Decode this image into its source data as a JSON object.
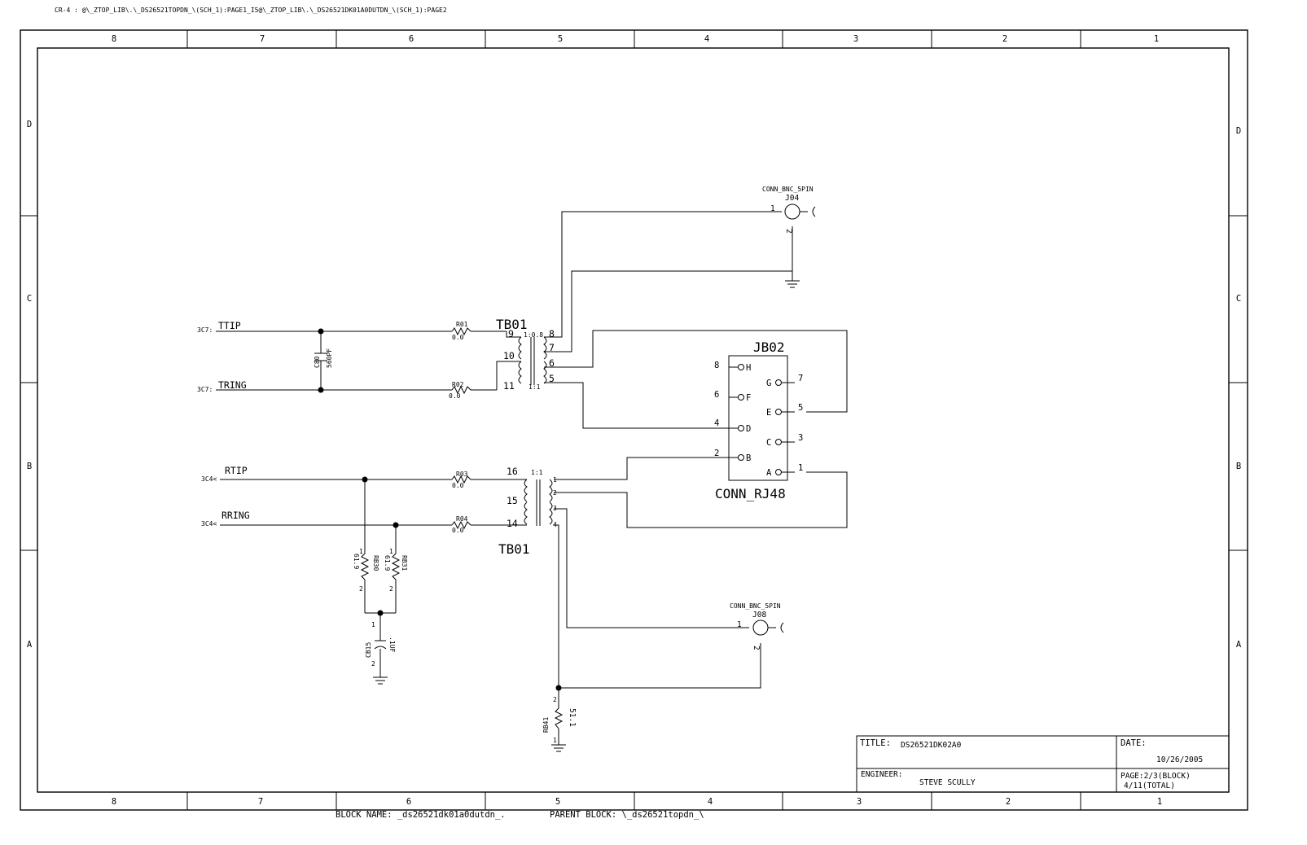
{
  "header_path": "CR-4 : @\\_ZTOP_LIB\\.\\_DS26521TOPDN_\\(SCH_1):PAGE1_I5@\\_ZTOP_LIB\\.\\_DS26521DK01A0DUTDN_\\(SCH_1):PAGE2",
  "columns": [
    "8",
    "7",
    "6",
    "5",
    "4",
    "3",
    "2",
    "1"
  ],
  "rows": [
    "D",
    "C",
    "B",
    "A"
  ],
  "offpage": {
    "ttip_ref": "3C7:",
    "ttip": "TTIP",
    "tring_ref": "3C7:",
    "tring": "TRING",
    "rtip_ref": "3C4<",
    "rtip": "RTIP",
    "rring_ref": "3C4<",
    "rring": "RRING"
  },
  "components": {
    "c80": {
      "ref": "C80",
      "value": "560PF"
    },
    "r01": {
      "ref": "R01",
      "value": "0.0"
    },
    "r02": {
      "ref": "R02",
      "value": "0.0"
    },
    "r03": {
      "ref": "R03",
      "value": "0.0"
    },
    "r04": {
      "ref": "R04",
      "value": "0.0"
    },
    "rb30": {
      "ref": "RB30",
      "value": "61.9",
      "p1": "1",
      "p2": "2"
    },
    "rb31": {
      "ref": "RB31",
      "value": "61.9",
      "p1": "1",
      "p2": "2"
    },
    "cb15": {
      "ref": "CB15",
      "value": ".1UF",
      "p1": "1",
      "p2": "2"
    },
    "rb41": {
      "ref": "RB41",
      "value": "51.1",
      "p1": "1",
      "p2": "2"
    },
    "tb01_top": {
      "ref": "TB01",
      "ratio": "1:0.8",
      "ratio2": "1:1",
      "pins": [
        "9",
        "10",
        "11",
        "8",
        "7",
        "6",
        "5"
      ]
    },
    "tb01_bot": {
      "ref": "TB01",
      "ratio": "1:1",
      "pins": [
        "16",
        "15",
        "14",
        "1",
        "2",
        "3",
        "4"
      ]
    },
    "j04": {
      "type": "CONN_BNC_5PIN",
      "ref": "J04",
      "p1": "1",
      "p2": "2"
    },
    "j08": {
      "type": "CONN_BNC_5PIN",
      "ref": "J08",
      "p1": "1",
      "p2": "2"
    },
    "jb02": {
      "ref": "JB02",
      "type": "CONN_RJ48",
      "left": [
        {
          "pin": "8",
          "name": "H"
        },
        {
          "pin": "6",
          "name": "F"
        },
        {
          "pin": "4",
          "name": "D"
        },
        {
          "pin": "2",
          "name": "B"
        }
      ],
      "right": [
        {
          "pin": "7",
          "name": "G"
        },
        {
          "pin": "5",
          "name": "E"
        },
        {
          "pin": "3",
          "name": "C"
        },
        {
          "pin": "1",
          "name": "A"
        }
      ]
    }
  },
  "title_block": {
    "title_label": "TITLE:",
    "title": "DS26521DK02A0",
    "date_label": "DATE:",
    "date": "10/26/2005",
    "engineer_label": "ENGINEER:",
    "engineer": "STEVE SCULLY",
    "page": "PAGE:2/3(BLOCK)",
    "total": "4/11(TOTAL)"
  },
  "footer": {
    "block_name": "BLOCK NAME: _ds26521dk01a0dutdn_.",
    "parent_block": "PARENT BLOCK: \\_ds26521topdn_\\"
  }
}
